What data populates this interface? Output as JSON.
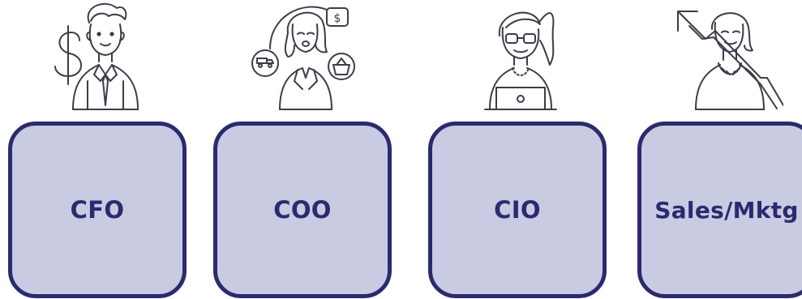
{
  "theme": {
    "card_fill": "#c8cbe1",
    "card_border": "#2b2a6e",
    "label_color": "#2b2a6e",
    "line_color": "#3c3c4a"
  },
  "roles": [
    {
      "label": "CFO",
      "icon": "businessman-dollar-icon"
    },
    {
      "label": "COO",
      "icon": "businesswoman-operations-icon"
    },
    {
      "label": "CIO",
      "icon": "woman-glasses-laptop-icon"
    },
    {
      "label": "Sales/Mktg",
      "icon": "woman-growth-chart-icon"
    }
  ]
}
